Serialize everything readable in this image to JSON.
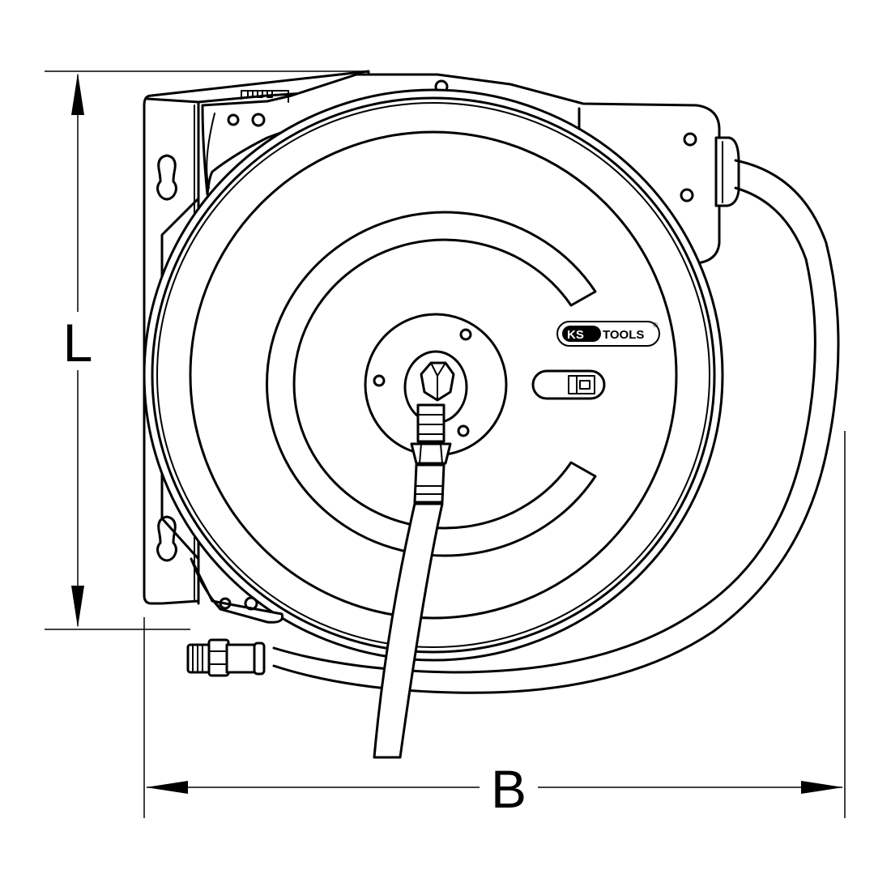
{
  "dimensions": {
    "length_label": "L",
    "width_label": "B"
  },
  "logo": {
    "brand_part1": "KS",
    "brand_part2": "TOOLS",
    "registered_mark": "®"
  },
  "colors": {
    "line": "#000000",
    "background": "#ffffff"
  }
}
